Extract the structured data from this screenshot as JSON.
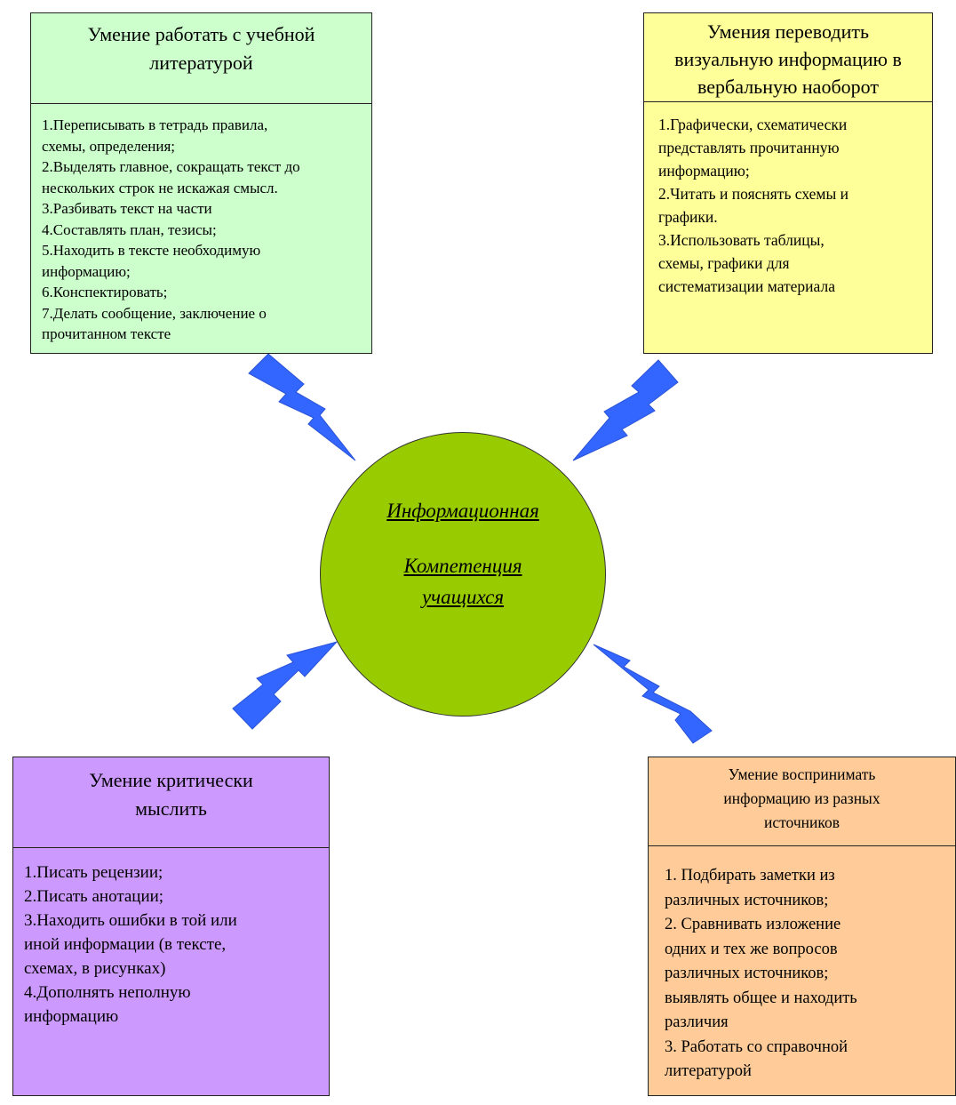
{
  "center": {
    "line1": "Информационная",
    "line2": "Компетенция",
    "line3": "учащихся"
  },
  "boxes": {
    "top_left": {
      "title_lines": [
        "Умение работать с учебной",
        "литературой"
      ],
      "items": [
        "1.Переписывать в тетрадь правила,",
        "схемы, определения;",
        "2.Выделять главное, сокращать текст до",
        "нескольких строк не искажая смысл.",
        "3.Разбивать текст на части",
        "4.Составлять план, тезисы;",
        "5.Находить в тексте необходимую",
        "информацию;",
        "6.Конспектировать;",
        "7.Делать сообщение, заключение о",
        "прочитанном тексте"
      ],
      "color": "#ccffcc"
    },
    "top_right": {
      "title_lines": [
        "Умения переводить",
        "визуальную информацию в",
        "вербальную  наоборот"
      ],
      "items": [
        "1.Графически, схематически",
        "представлять прочитанную",
        "информацию;",
        "2.Читать и пояснять схемы и",
        "графики.",
        "3.Использовать таблицы,",
        "схемы, графики для",
        "систематизации материала"
      ],
      "color": "#ffff99"
    },
    "bottom_left": {
      "title_lines": [
        "Умение критически",
        "мыслить"
      ],
      "items": [
        "1.Писать рецензии;",
        "2.Писать анотации;",
        "3.Находить ошибки в той или",
        "иной информации (в тексте,",
        "схемах, в рисунках)",
        "4.Дополнять неполную",
        "информацию"
      ],
      "color": "#cc99ff"
    },
    "bottom_right": {
      "title_lines": [
        "Умение воспринимать",
        "информацию из разных",
        "источников"
      ],
      "items": [
        "1.   Подбирать заметки из",
        "различных источников;",
        "2.   Сравнивать изложение",
        "одних и тех же вопросов",
        "различных источников;",
        "выявлять общее и находить",
        "различия",
        "3.   Работать со справочной",
        "литературой"
      ],
      "color": "#ffcc99"
    }
  },
  "colors": {
    "circle": "#99cc00",
    "bolt": "#3366ff"
  }
}
